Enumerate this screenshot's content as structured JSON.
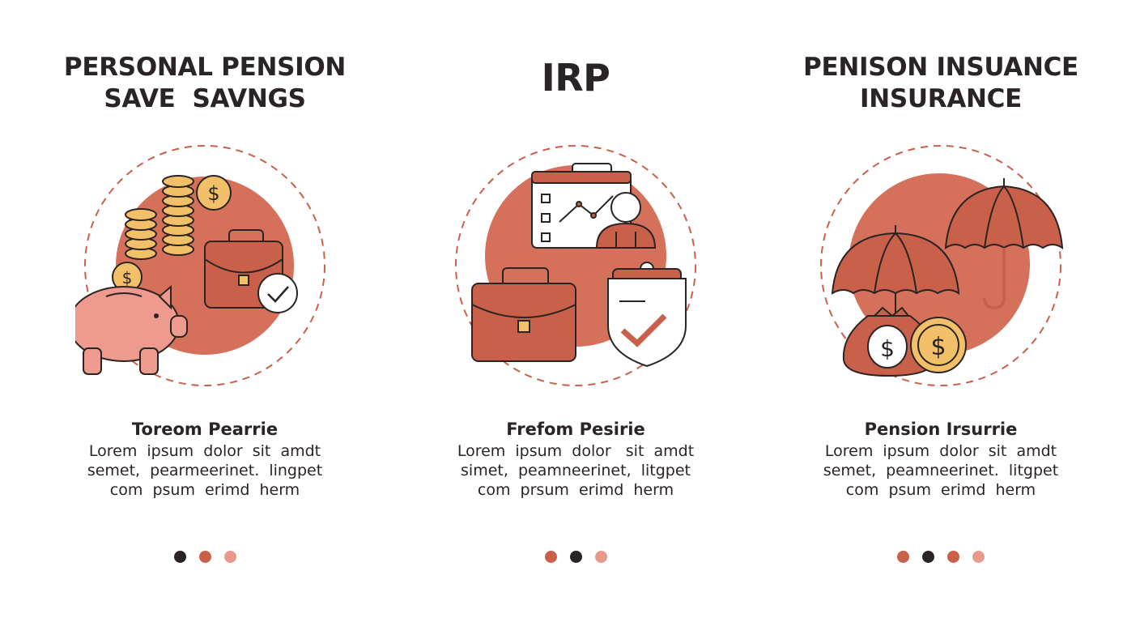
{
  "colors": {
    "dark": "#2b2424",
    "terracotta": "#c9604a",
    "peach": "#e79a8a",
    "circle_fill": "#d5705a",
    "coin_gold": "#f3c06a",
    "piggy_pink": "#ee9a8e",
    "dashed_ring": "#c9604a"
  },
  "panels": [
    {
      "title_lines": [
        "PERSONAL PENSION",
        "SAVE  SAVNGS"
      ],
      "illustration_icons": [
        "coin-stack-icon",
        "dollar-coin-icon",
        "briefcase-icon",
        "checkmark-badge-icon",
        "piggy-bank-icon"
      ],
      "subtitle": "Toreom Pearrie",
      "body_lines": [
        "Lorem  ipsum  dolor  sit  amdt",
        "semet,  pearmeerinet.  lingpet",
        "com  psum  erimd  herm"
      ],
      "dots": [
        "#2b2424",
        "#c9604a",
        "#e79a8a"
      ]
    },
    {
      "title_lines": [
        "IRP"
      ],
      "illustration_icons": [
        "dashboard-chart-icon",
        "person-icon",
        "briefcase-icon",
        "shield-check-icon"
      ],
      "subtitle": "Frefom Pesirie",
      "body_lines": [
        "Lorem  ipsum  dolor   sit  amdt",
        "simet,  peamneerinet,  litgpet",
        "com  prsum  erimd  herm"
      ],
      "dots": [
        "#c9604a",
        "#2b2424",
        "#e79a8a"
      ]
    },
    {
      "title_lines": [
        "PENISON INSUANCE",
        "INSURANCE"
      ],
      "illustration_icons": [
        "umbrella-icon",
        "umbrella-icon",
        "money-bag-icon",
        "dollar-coin-icon"
      ],
      "subtitle": "Pension Irsurrie",
      "body_lines": [
        "Lorem  ipsum  dolor  sit  amdt",
        "semet,  peamneerinet.  litgpet",
        "com  psum  erimd  herm"
      ],
      "dots": [
        "#c9604a",
        "#2b2424",
        "#c9604a",
        "#e79a8a"
      ]
    }
  ]
}
